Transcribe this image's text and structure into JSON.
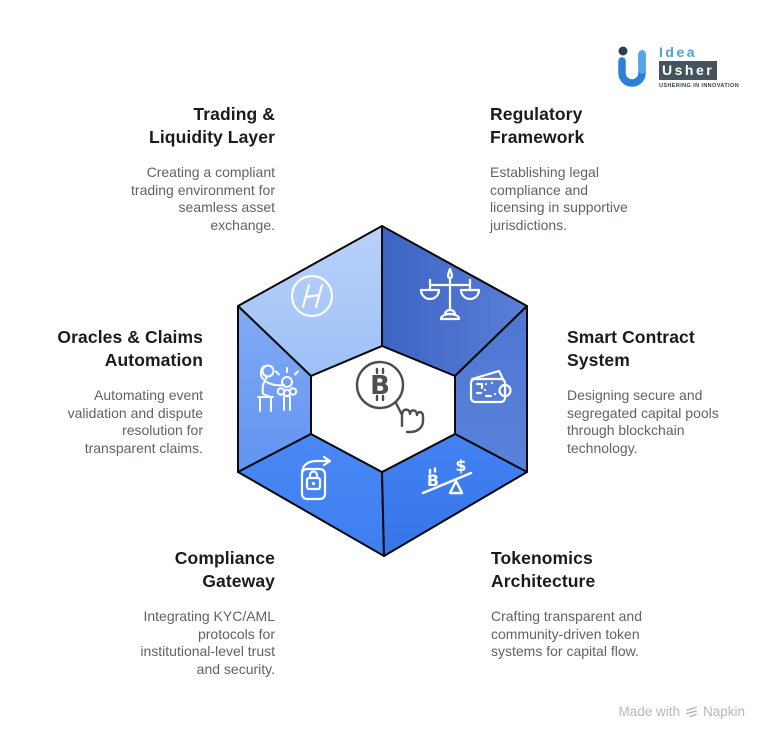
{
  "logo": {
    "line1": "Idea",
    "line2": "Usher",
    "tagline": "USHERING IN INNOVATION"
  },
  "attribution": {
    "prefix": "Made with",
    "brand": "Napkin"
  },
  "diagram": {
    "center": {
      "icon": "bitcoin-magnifier-hand-icon",
      "glyph": "B",
      "stroke_color": "#4d4d4d",
      "fill": "#ffffff"
    },
    "outline_color": "#0a0a0a",
    "icon_color": "#ffffff",
    "segments": [
      {
        "key": "trading-liquidity",
        "title": "Trading &\nLiquidity Layer",
        "description": "Creating a compliant\ntrading environment for\nseamless asset\nexchange.",
        "icon": "hedera-h-circle-icon",
        "fill_from": "#bad2fa",
        "fill_to": "#9dc0f7"
      },
      {
        "key": "regulatory-framework",
        "title": "Regulatory\nFramework",
        "description": "Establishing legal\ncompliance and\nlicensing in supportive\njurisdictions.",
        "icon": "justice-scales-icon",
        "fill_from": "#3d64c3",
        "fill_to": "#5b7fd8"
      },
      {
        "key": "oracles-claims",
        "title": "Oracles & Claims\nAutomation",
        "description": "Automating event\nvalidation and dispute\nresolution for\ntransparent claims.",
        "icon": "claims-person-icon",
        "fill_from": "#83abf5",
        "fill_to": "#6093f1"
      },
      {
        "key": "smart-contract",
        "title": "Smart Contract\nSystem",
        "description": "Designing secure and\nsegregated capital pools\nthrough blockchain\ntechnology.",
        "icon": "circuit-wallet-icon",
        "fill_from": "#4d77d3",
        "fill_to": "#5982d9"
      },
      {
        "key": "compliance-gateway",
        "title": "Compliance\nGateway",
        "description": "Integrating KYC/AML\nprotocols for\ninstitutional-level trust\nand security.",
        "icon": "document-lock-arrow-icon",
        "fill_from": "#4a88f5",
        "fill_to": "#3e7eef"
      },
      {
        "key": "tokenomics",
        "title": "Tokenomics\nArchitecture",
        "description": "Crafting transparent and\ncommunity-driven token\nsystems for capital flow.",
        "icon": "seesaw-b-dollar-icon",
        "glyph_left": "B",
        "glyph_right": "$",
        "fill_from": "#4382f2",
        "fill_to": "#3575e9"
      }
    ]
  }
}
